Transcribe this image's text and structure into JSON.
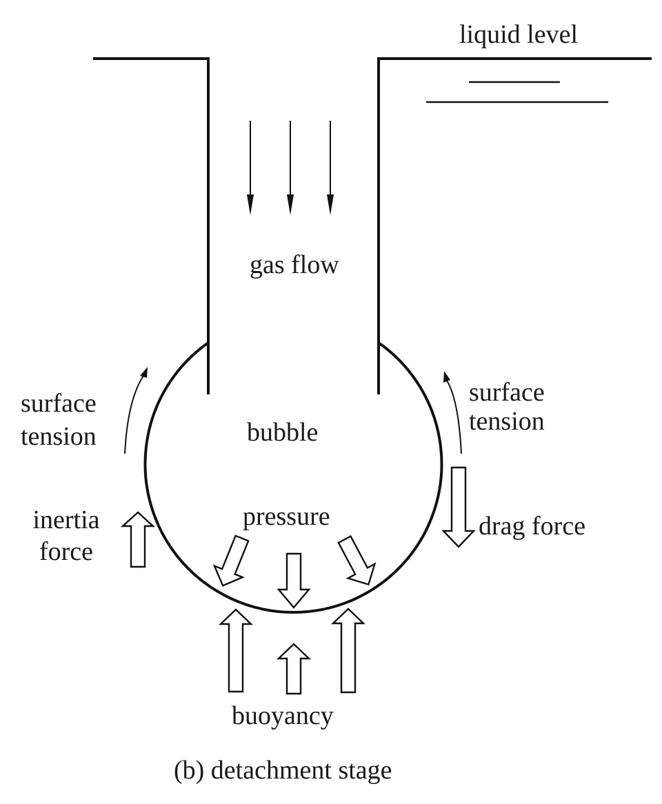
{
  "labels": {
    "liquid_level": "liquid level",
    "gas_flow": "gas flow",
    "bubble": "bubble",
    "pressure": "pressure",
    "surface_tension_left_1": "surface",
    "surface_tension_left_2": "tension",
    "surface_tension_right_1": "surface",
    "surface_tension_right_2": "tension",
    "inertia_force_1": "inertia",
    "inertia_force_2": "force",
    "drag_force": "drag force",
    "buoyancy": "buoyancy",
    "caption": "(b) detachment stage"
  },
  "colors": {
    "line": "#111111",
    "text": "#1a1a1a",
    "background": "#ffffff"
  }
}
